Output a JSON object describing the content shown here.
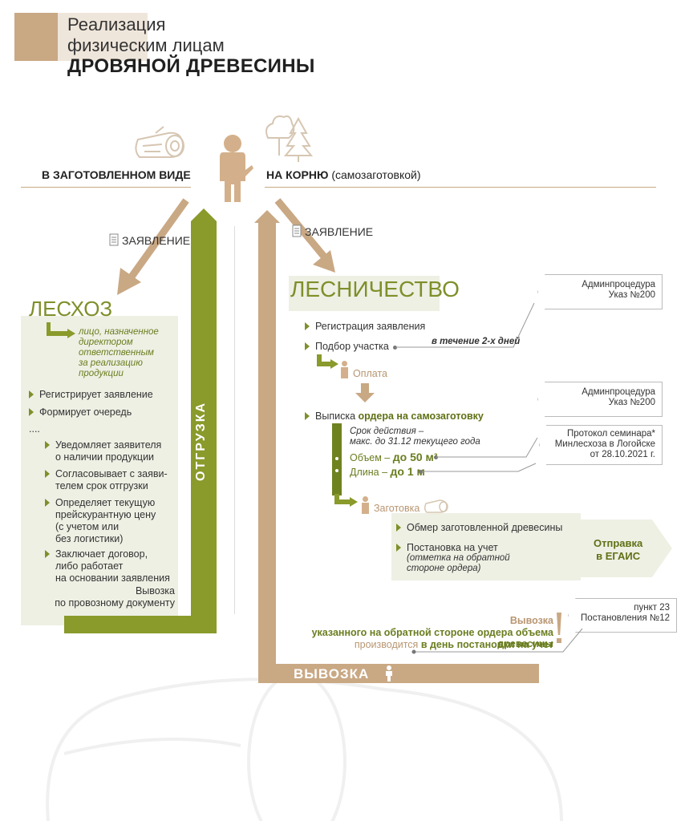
{
  "title": {
    "line1": "Реализация",
    "line2": "физическим лицам",
    "line3": "ДРОВЯНОЙ ДРЕВЕСИНЫ"
  },
  "top": {
    "left_header": "В ЗАГОТОВЛЕННОМ ВИДЕ",
    "right_header_main": "НА КОРНЮ",
    "right_header_note": "(самозаготовкой)"
  },
  "left": {
    "application_label": "ЗАЯВЛЕНИЕ",
    "org": "ЛЕСХОЗ",
    "responsible_line1": "лицо, назначенное",
    "responsible_line2": "директором",
    "responsible_line3": "ответственным",
    "responsible_line4": "за реализацию",
    "responsible_line5": "продукции",
    "steps": [
      "Регистрирует заявление",
      "Формирует очередь"
    ],
    "ellipsis": "....",
    "substeps": [
      [
        "Уведомляет заявителя",
        "о наличии продукции"
      ],
      [
        "Согласовывает с заяви-",
        "телем срок отгрузки"
      ],
      [
        "Определяет текущую",
        "прейскурантную цену",
        "(с учетом или",
        "без логистики)"
      ],
      [
        "Заключает договор,",
        "либо работает",
        "на основании заявления"
      ]
    ],
    "export_line1": "Вывозка",
    "export_line2": "по провозному документу",
    "shipment": "ОТГРУЗКА"
  },
  "right": {
    "application_label": "ЗАЯВЛЕНИЕ",
    "org": "ЛЕСНИЧЕСТВО",
    "admin1_line1": "Админпроцедура",
    "admin1_line2": "Указ №200",
    "step_registration": "Регистрация заявления",
    "step_selection": "Подбор участка",
    "within_days": "в течение 2-х дней",
    "payment": "Оплата",
    "admin2_line1": "Админпроцедура",
    "admin2_line2": "Указ №200",
    "order_prefix": "Выписка",
    "order_bold": "ордера на самозаготовку",
    "validity_line1": "Срок действия –",
    "validity_line2": "макс. до 31.12 текущего года",
    "volume_prefix": "Объем –",
    "volume_bold": "до 50 м³",
    "length_prefix": "Длина –",
    "length_bold": "до 1 м",
    "protocol_line1": "Протокол семинара*",
    "protocol_line2": "Минлесхоза в Логойске",
    "protocol_line3": "от 28.10.2021 г.",
    "harvest": "Заготовка",
    "measure": "Обмер заготовленной древесины",
    "register": "Постановка на учет",
    "register_note1": "(отметка на обратной",
    "register_note2": "стороне ордера)",
    "egais_line1": "Отправка",
    "egais_line2": "в ЕГАИС",
    "rule_line1": "пункт 23",
    "rule_line2": "Постановления №12",
    "export_word": "Вывозка",
    "export_desc": "указанного на обратной стороне ордера объема древесины",
    "export_when_prefix": "производится",
    "export_when_bold": "в день постановки на учет",
    "export_bar": "ВЫВОЗКА"
  },
  "colors": {
    "tan": "#c9a884",
    "green": "#8a9a2b",
    "pale_panel": "#eef0e4",
    "dark_text": "#2b2b2b"
  }
}
